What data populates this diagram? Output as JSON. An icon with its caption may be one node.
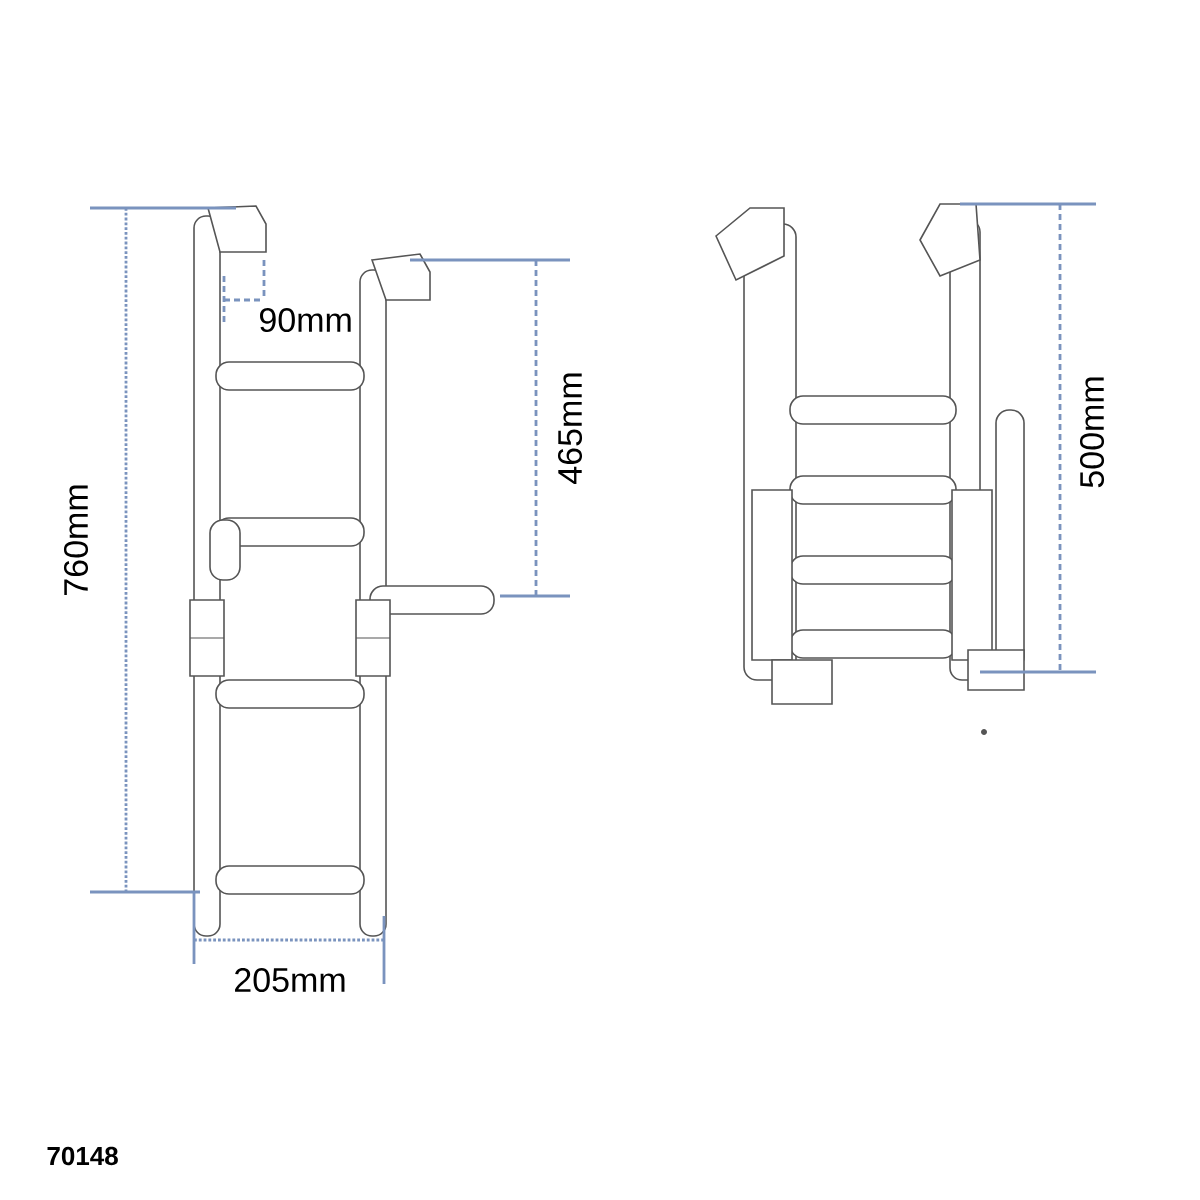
{
  "diagram": {
    "labels": [
      "90mm",
      "465mm",
      "500mm",
      "760mm",
      "205mm",
      "70148"
    ]
  }
}
